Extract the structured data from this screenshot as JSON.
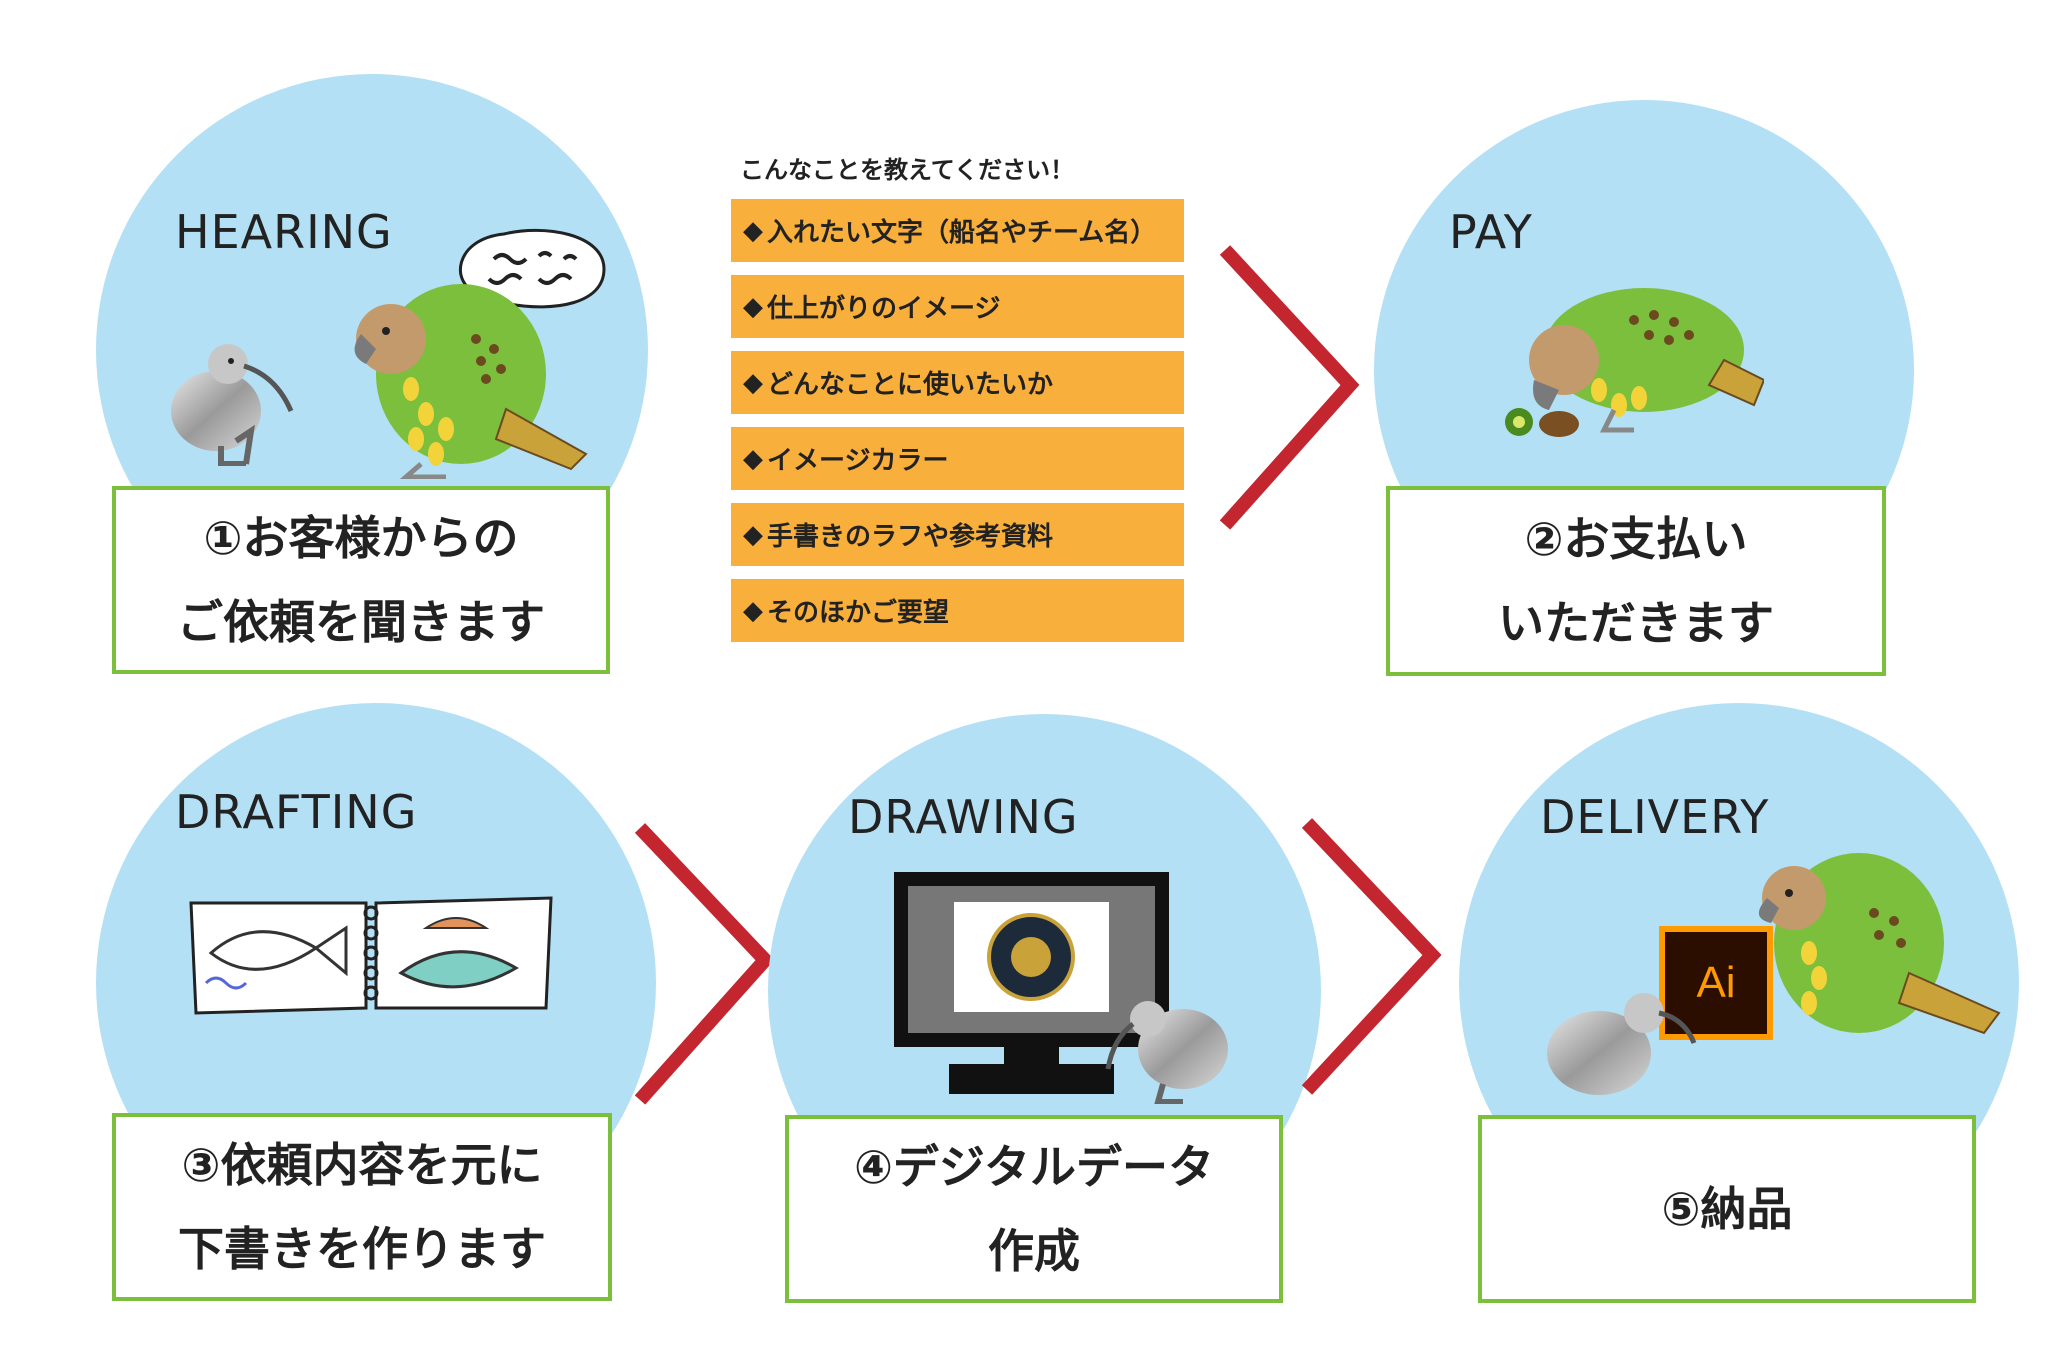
{
  "steps": [
    {
      "title": "HEARING",
      "line1": "①お客様からの",
      "line2": "ご依頼を聞きます"
    },
    {
      "title": "PAY",
      "line1": "②お支払い",
      "line2": "いただきます"
    },
    {
      "title": "DRAFTING",
      "line1": "③依頼内容を元に",
      "line2": "下書きを作ります"
    },
    {
      "title": "DRAWING",
      "line1": "④デジタルデータ",
      "line2": "作成"
    },
    {
      "title": "DELIVERY",
      "line1": "⑤納品",
      "line2": ""
    }
  ],
  "request_list": {
    "title": "こんなことを教えてください！",
    "bullet": "◆",
    "items": [
      "入れたい文字（船名やチーム名）",
      "仕上がりのイメージ",
      "どんなことに使いたいか",
      "イメージカラー",
      "手書きのラフや参考資料",
      "そのほかご要望"
    ]
  },
  "ai_logo_text": "Ai",
  "colors": {
    "circle": "#b3e0f5",
    "box_border": "#7cbf3c",
    "list_bg": "#f8af3c",
    "arrow": "#c3262e",
    "kakapo_green": "#7cbf3c",
    "ai_orange": "#ff9a00"
  }
}
